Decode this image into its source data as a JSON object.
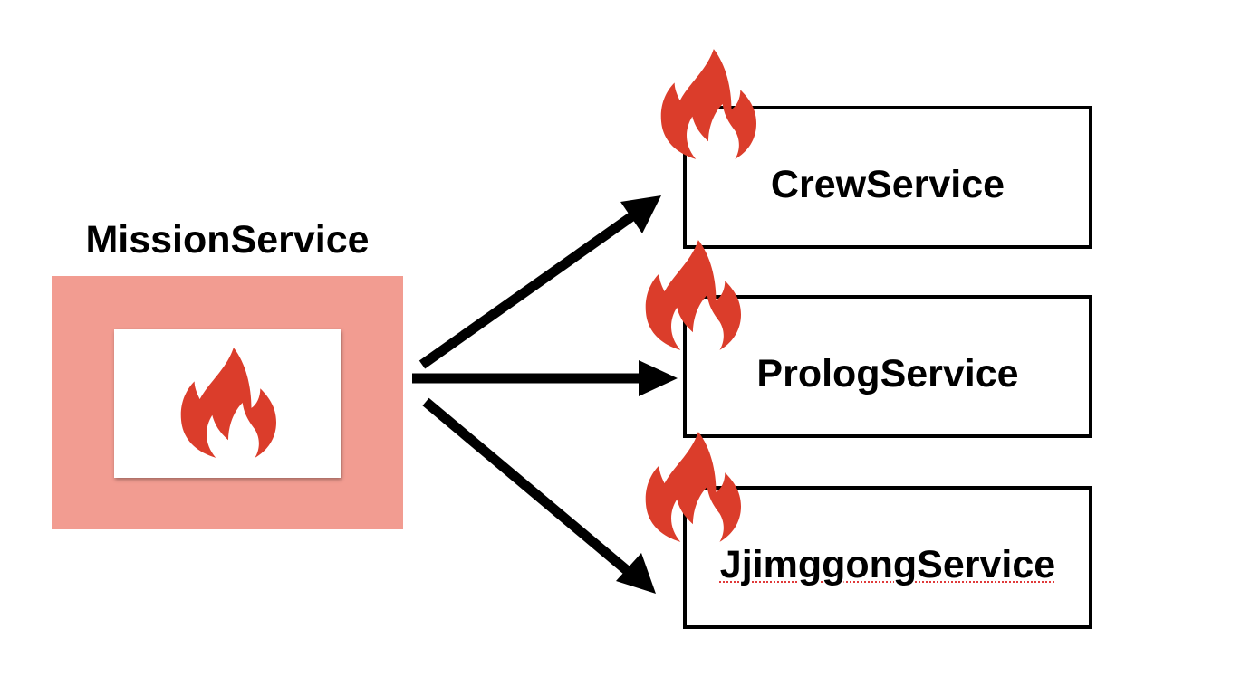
{
  "source": {
    "title": "MissionService",
    "icon": "flame-icon"
  },
  "services": [
    {
      "label": "CrewService",
      "icon": "flame-icon"
    },
    {
      "label": "PrologService",
      "icon": "flame-icon"
    },
    {
      "label": "JjimggongService",
      "icon": "flame-icon"
    }
  ],
  "colors": {
    "flame": "#db3d2b",
    "source_box": "#f29c91",
    "arrow": "#000000"
  }
}
